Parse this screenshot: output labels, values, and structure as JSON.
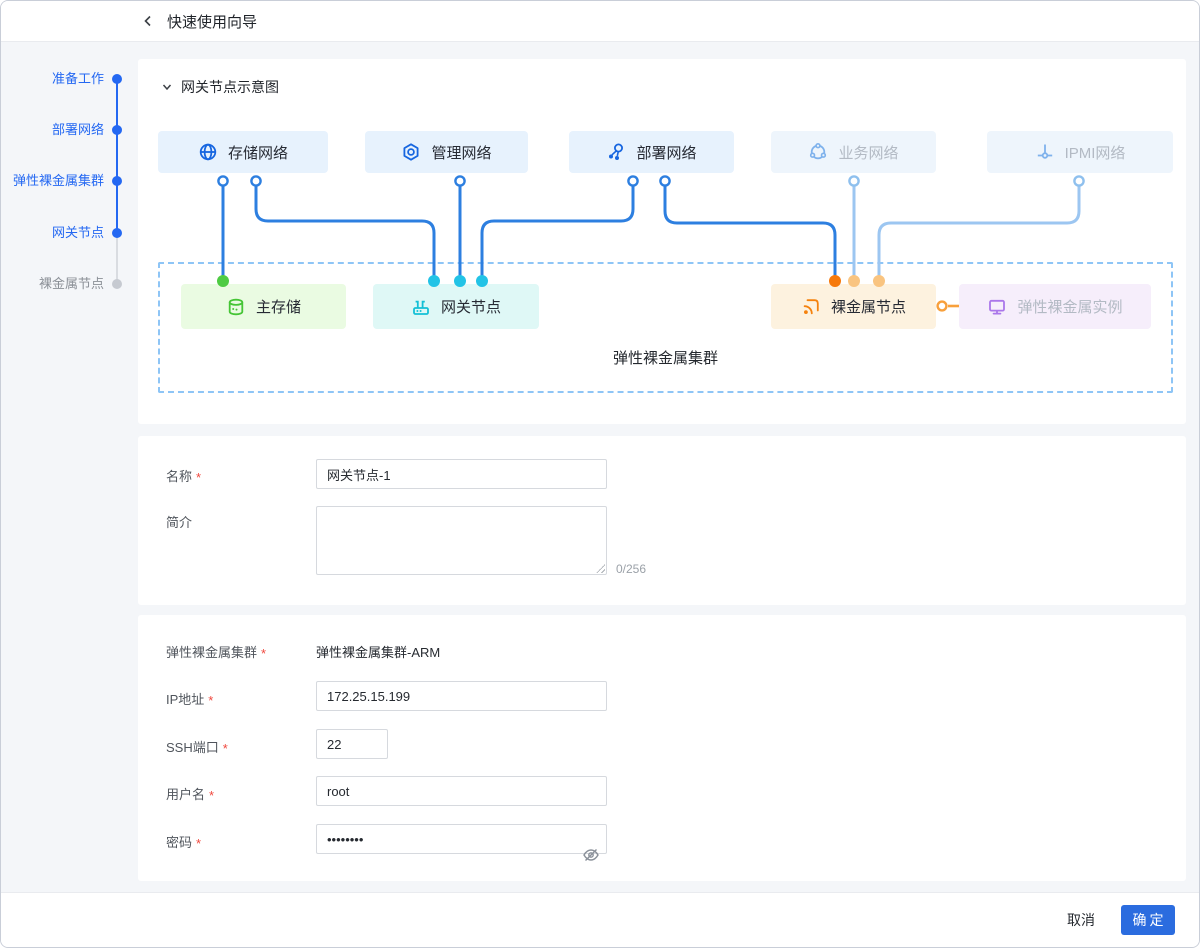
{
  "header": {
    "title": "快速使用向导"
  },
  "stepper": {
    "items": [
      {
        "label": "准备工作",
        "state": "active"
      },
      {
        "label": "部署网络",
        "state": "active"
      },
      {
        "label": "弹性裸金属集群",
        "state": "active"
      },
      {
        "label": "网关节点",
        "state": "active"
      },
      {
        "label": "裸金属节点",
        "state": "pending"
      }
    ]
  },
  "diagram": {
    "section_title": "网关节点示意图",
    "cluster_label": "弹性裸金属集群",
    "networks": [
      {
        "label": "存储网络",
        "state": "active"
      },
      {
        "label": "管理网络",
        "state": "active"
      },
      {
        "label": "部署网络",
        "state": "active"
      },
      {
        "label": "业务网络",
        "state": "disabled"
      },
      {
        "label": "IPMI网络",
        "state": "disabled"
      }
    ],
    "nodes": [
      {
        "label": "主存储"
      },
      {
        "label": "网关节点"
      },
      {
        "label": "裸金属节点"
      },
      {
        "label": "弹性裸金属实例"
      }
    ]
  },
  "form": {
    "required_mark": "*",
    "name": {
      "label": "名称",
      "value": "网关节点-1"
    },
    "desc": {
      "label": "简介",
      "value": "",
      "counter": "0/256"
    },
    "cluster": {
      "label": "弹性裸金属集群",
      "value": "弹性裸金属集群-ARM"
    },
    "ip": {
      "label": "IP地址",
      "value": "172.25.15.199"
    },
    "ssh_port": {
      "label": "SSH端口",
      "value": "22"
    },
    "username": {
      "label": "用户名",
      "value": "root"
    },
    "password": {
      "label": "密码",
      "value": "••••••••"
    }
  },
  "footer": {
    "cancel": "取消",
    "confirm": "确定"
  },
  "colors": {
    "accent_blue": "#2468f2",
    "wire_blue": "#2d7fe0",
    "wire_light_blue": "#9cc6f1",
    "storage_green": "#4ecb43",
    "gateway_cyan": "#22c3e6",
    "baremetal_orange": "#f6790b",
    "baremetal_light_orange": "#f9c480",
    "instance_purple": "#ab77ea",
    "confirm_button": "#2b6cdf"
  }
}
